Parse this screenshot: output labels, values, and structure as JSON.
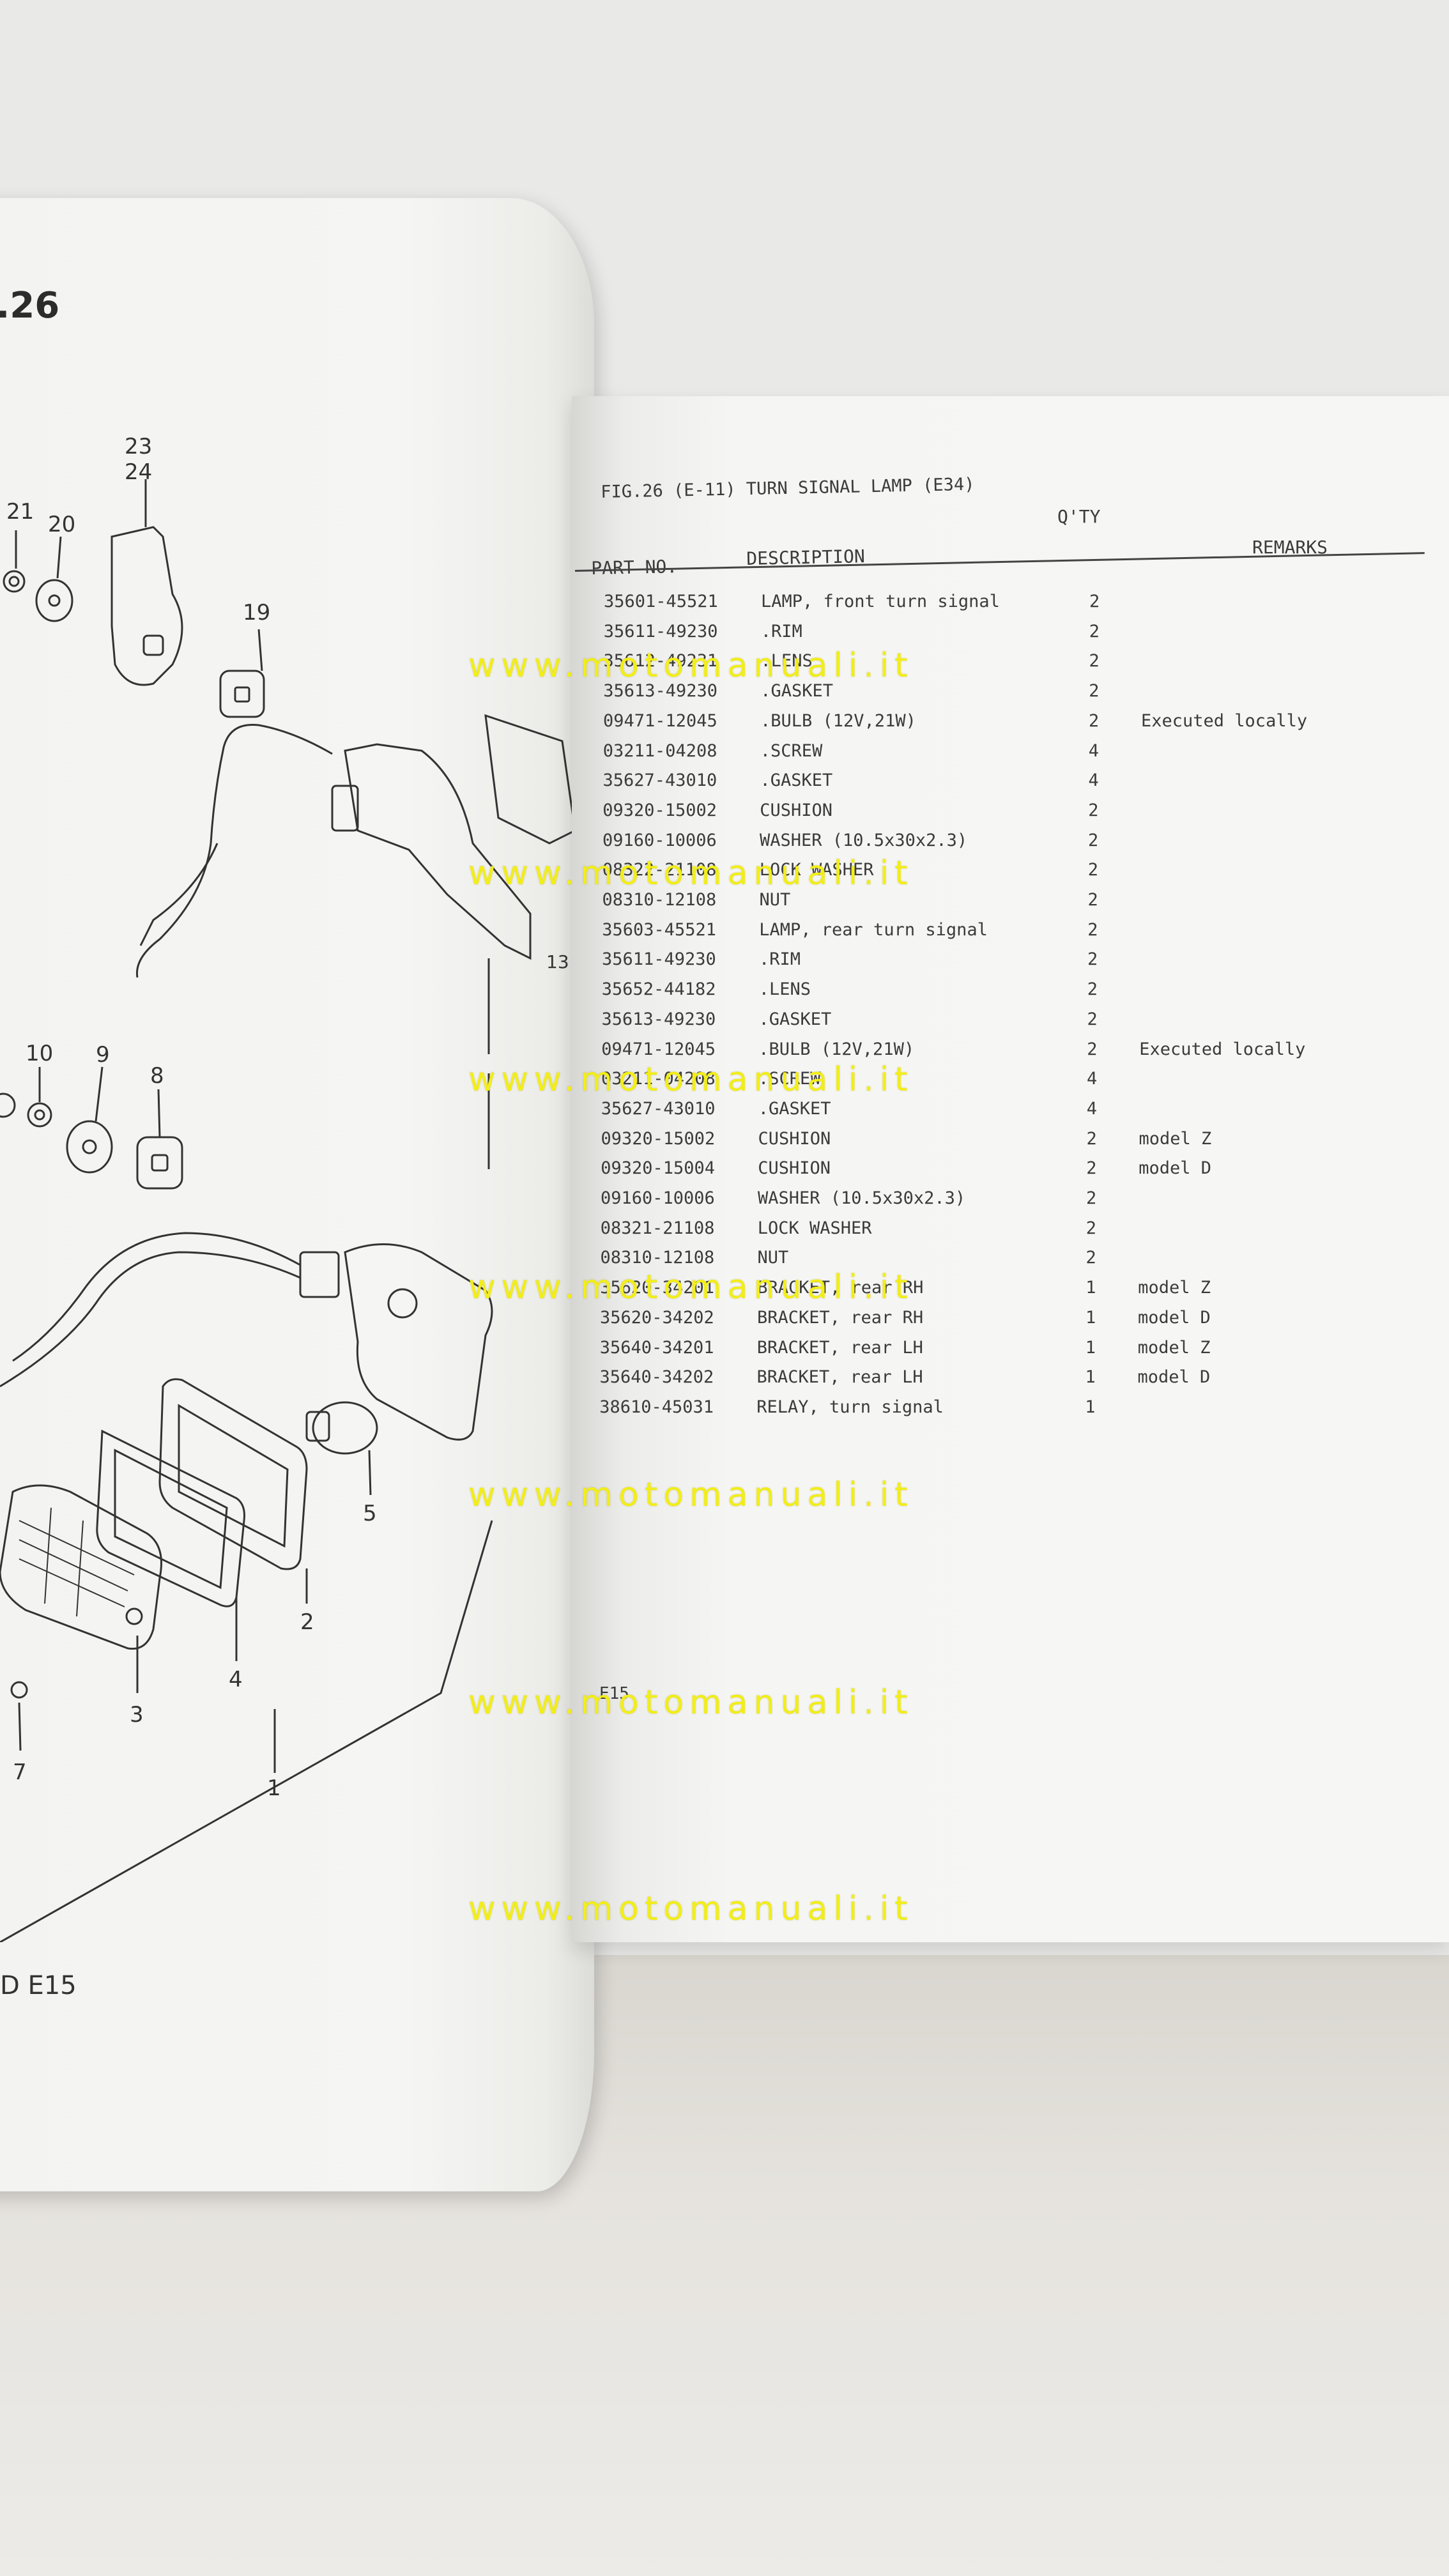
{
  "left_page": {
    "fig_title": ".26",
    "page_code": "D E15",
    "callouts": [
      "23",
      "24",
      "21",
      "20",
      "19",
      "13",
      "10",
      "9",
      "8",
      "5",
      "2",
      "4",
      "3",
      "7",
      "1"
    ]
  },
  "right_page": {
    "fig_header": "FIG.26 (E-11) TURN SIGNAL LAMP (E34)",
    "col_qty": "Q'TY",
    "col_part": "PART NO.",
    "col_desc": "DESCRIPTION",
    "col_remarks": "REMARKS",
    "page_code": "E15",
    "rows": [
      {
        "pn": "35601-45521",
        "desc": "LAMP, front turn signal",
        "qty": "2",
        "rem": ""
      },
      {
        "pn": "35611-49230",
        "desc": ".RIM",
        "qty": "2",
        "rem": ""
      },
      {
        "pn": "35612-49231",
        "desc": ".LENS",
        "qty": "2",
        "rem": ""
      },
      {
        "pn": "35613-49230",
        "desc": ".GASKET",
        "qty": "2",
        "rem": ""
      },
      {
        "pn": "09471-12045",
        "desc": ".BULB (12V,21W)",
        "qty": "2",
        "rem": "Executed locally"
      },
      {
        "pn": "03211-04208",
        "desc": ".SCREW",
        "qty": "4",
        "rem": ""
      },
      {
        "pn": "35627-43010",
        "desc": ".GASKET",
        "qty": "4",
        "rem": ""
      },
      {
        "pn": "09320-15002",
        "desc": "CUSHION",
        "qty": "2",
        "rem": ""
      },
      {
        "pn": "09160-10006",
        "desc": "WASHER (10.5x30x2.3)",
        "qty": "2",
        "rem": ""
      },
      {
        "pn": "08322-21108",
        "desc": "LOCK WASHER",
        "qty": "2",
        "rem": ""
      },
      {
        "pn": "08310-12108",
        "desc": "NUT",
        "qty": "2",
        "rem": ""
      },
      {
        "pn": "35603-45521",
        "desc": "LAMP, rear turn signal",
        "qty": "2",
        "rem": ""
      },
      {
        "pn": "35611-49230",
        "desc": ".RIM",
        "qty": "2",
        "rem": ""
      },
      {
        "pn": "35652-44182",
        "desc": ".LENS",
        "qty": "2",
        "rem": ""
      },
      {
        "pn": "35613-49230",
        "desc": ".GASKET",
        "qty": "2",
        "rem": ""
      },
      {
        "pn": "09471-12045",
        "desc": ".BULB (12V,21W)",
        "qty": "2",
        "rem": "Executed locally"
      },
      {
        "pn": "03211-04208",
        "desc": ".SCREW",
        "qty": "4",
        "rem": ""
      },
      {
        "pn": "35627-43010",
        "desc": ".GASKET",
        "qty": "4",
        "rem": ""
      },
      {
        "pn": "09320-15002",
        "desc": "CUSHION",
        "qty": "2",
        "rem": "model Z"
      },
      {
        "pn": "09320-15004",
        "desc": "CUSHION",
        "qty": "2",
        "rem": "model D"
      },
      {
        "pn": "09160-10006",
        "desc": "WASHER (10.5x30x2.3)",
        "qty": "2",
        "rem": ""
      },
      {
        "pn": "08321-21108",
        "desc": "LOCK WASHER",
        "qty": "2",
        "rem": ""
      },
      {
        "pn": "08310-12108",
        "desc": "NUT",
        "qty": "2",
        "rem": ""
      },
      {
        "pn": "35620-34201",
        "desc": "BRACKET, rear RH",
        "qty": "1",
        "rem": "model Z"
      },
      {
        "pn": "35620-34202",
        "desc": "BRACKET, rear RH",
        "qty": "1",
        "rem": "model D"
      },
      {
        "pn": "35640-34201",
        "desc": "BRACKET, rear LH",
        "qty": "1",
        "rem": "model Z"
      },
      {
        "pn": "35640-34202",
        "desc": "BRACKET, rear LH",
        "qty": "1",
        "rem": "model D"
      },
      {
        "pn": "38610-45031",
        "desc": "RELAY, turn signal",
        "qty": "1",
        "rem": ""
      }
    ]
  },
  "watermark": "www.motomanuali.it"
}
